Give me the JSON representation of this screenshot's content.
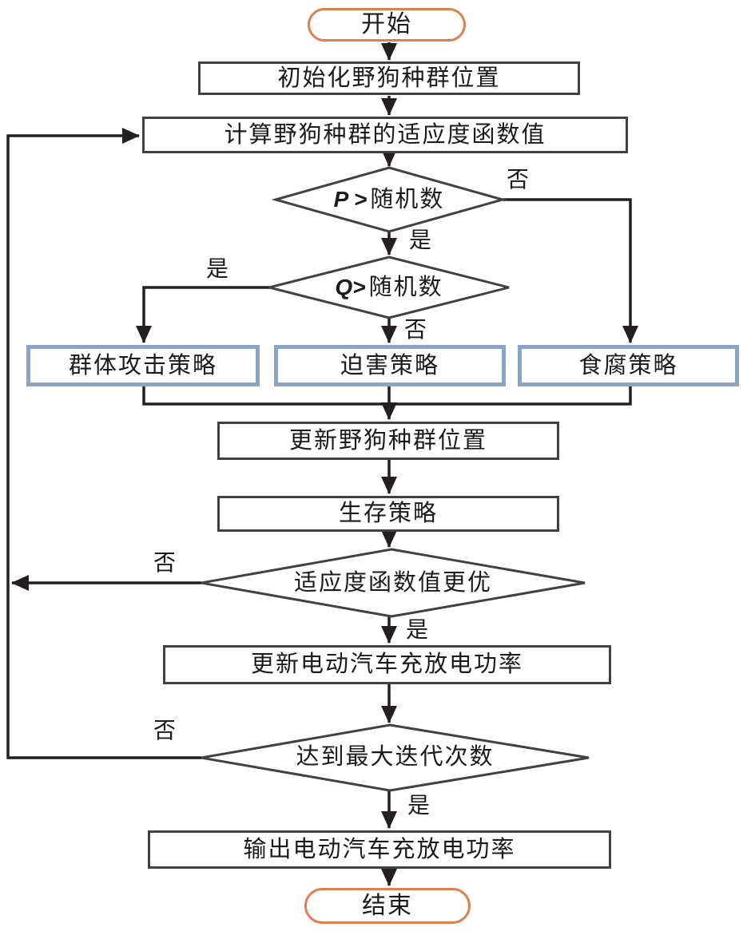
{
  "flowchart": {
    "nodes": {
      "start": {
        "label": "开始"
      },
      "init": {
        "label": "初始化野狗种群位置"
      },
      "fitness": {
        "label": "计算野狗种群的适应度函数值"
      },
      "p_decision": {
        "var": "P >",
        "rest": "随机数"
      },
      "q_decision": {
        "var": "Q>",
        "rest": "随机数"
      },
      "attack": {
        "label": "群体攻击策略"
      },
      "persecute": {
        "label": "迫害策略"
      },
      "scavenge": {
        "label": "食腐策略"
      },
      "update_position": {
        "label": "更新野狗种群位置"
      },
      "survival": {
        "label": "生存策略"
      },
      "fitness_better": {
        "label": "适应度函数值更优"
      },
      "update_power": {
        "label": "更新电动汽车充放电功率"
      },
      "max_iterations": {
        "label": "达到最大迭代次数"
      },
      "output_power": {
        "label": "输出电动汽车充放电功率"
      },
      "end": {
        "label": "结束"
      }
    },
    "edge_labels": {
      "yes": "是",
      "no": "否"
    },
    "colors": {
      "terminal_border": "#df7e50",
      "strategy_border": "#8aa4c8",
      "process_border": "#454040",
      "line": "#242020",
      "text": "#1c1a1a",
      "background": "#ffffff"
    }
  }
}
